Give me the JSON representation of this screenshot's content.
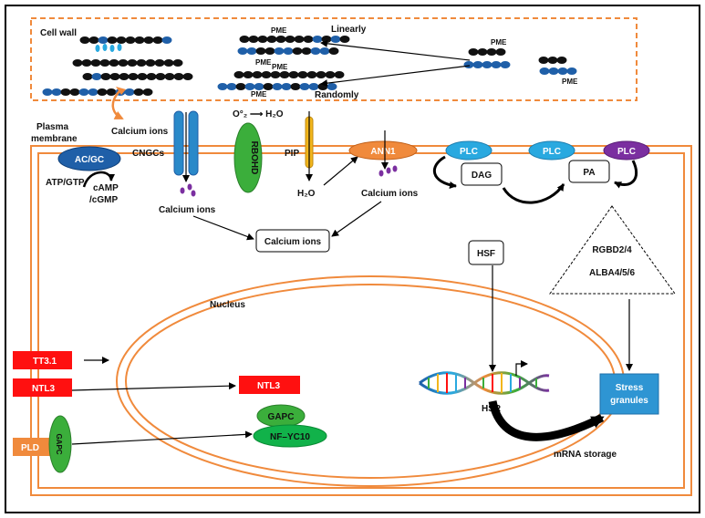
{
  "labels": {
    "cell_wall": "Cell wall",
    "linearly": "Linearly",
    "randomly": "Randomly",
    "pme": "PME",
    "plasma_membrane_1": "Plasma",
    "plasma_membrane_2": "membrane",
    "calcium_ions_top": "Calcium ions",
    "cngcs": "CNGCs",
    "rbohd": "RBOHD",
    "o2_h2o": "O°₂ ⟶ H₂O",
    "pip": "PIP",
    "h2o": "H₂O",
    "ann1": "ANN1",
    "calcium_ions_ann": "Calcium ions",
    "calcium_ions_left": "Calcium ions",
    "calcium_ions_box": "Calcium ions",
    "ac_gc": "AC/GC",
    "atp_gtp": "ATP/GTP",
    "camp": "cAMP",
    "cgmp": "/cGMP",
    "plc": "PLC",
    "dag": "DAG",
    "pa": "PA",
    "rgbd": "RGBD2/4",
    "alba": "ALBA4/5/6",
    "hsf": "HSF",
    "nucleus": "Nucleus",
    "tt31": "TT3.1",
    "ntl3": "NTL3",
    "pld": "PLD",
    "gapc": "GAPC",
    "nfyc10": "NF–YC10",
    "hsr": "HSR",
    "mrna_storage": "mRNA storage",
    "stress_1": "Stress",
    "stress_2": "granules"
  },
  "colors": {
    "orange": "#F08A3C",
    "red": "#FF1010",
    "green": "#3BAE3B",
    "blue_dark": "#1F5FA8",
    "blue_light": "#29A9E0",
    "purple": "#7B2FA0",
    "stress_blue": "#2E95D3",
    "pip_yellow": "#F2B61C"
  }
}
